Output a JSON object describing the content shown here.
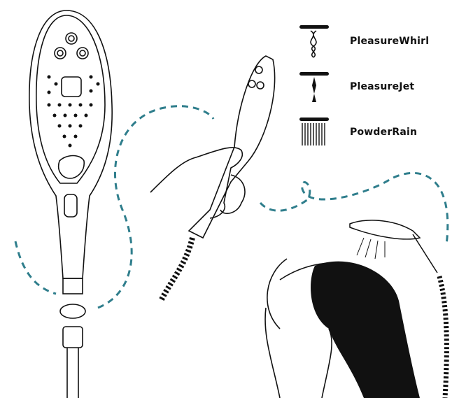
{
  "legend": {
    "items": [
      {
        "icon": "pleasurewhirl-icon",
        "label": "PleasureWhirl"
      },
      {
        "icon": "pleasurejet-icon",
        "label": "PleasureJet"
      },
      {
        "icon": "powderrain-icon",
        "label": "PowderRain"
      }
    ]
  },
  "colors": {
    "line": "#111111",
    "dash": "#2f7e8c"
  }
}
